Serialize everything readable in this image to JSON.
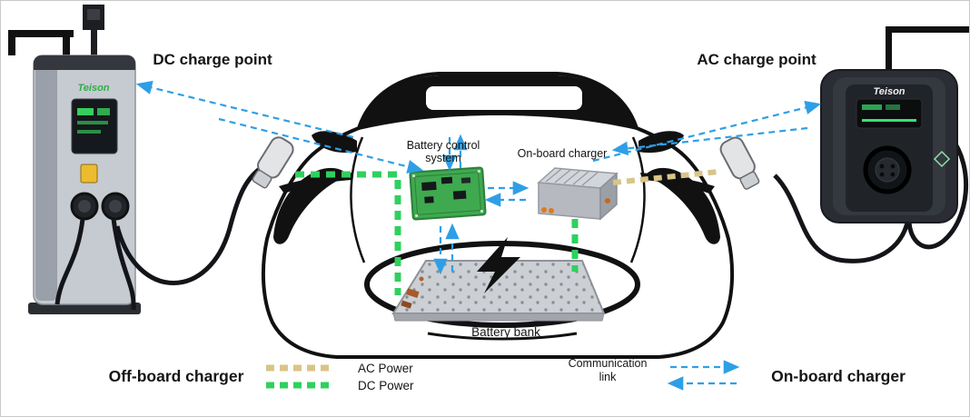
{
  "labels": {
    "dc_charge_point": "DC charge point",
    "ac_charge_point": "AC charge point",
    "battery_control_line1": "Battery control",
    "battery_control_line2": "system",
    "onboard_charger_component": "On-board charger",
    "battery_bank": "Battery bank",
    "off_board_charger": "Off-board charger",
    "on_board_charger": "On-board charger"
  },
  "legend": {
    "ac_power": "AC Power",
    "dc_power": "DC Power",
    "communication_line1": "Communication",
    "communication_line2": "link"
  },
  "brand": {
    "dc": "Teison",
    "ac": "Teison"
  },
  "colors": {
    "communication": "#2e9fe6",
    "dc_power": "#2fd05e",
    "ac_power": "#d9c587"
  }
}
